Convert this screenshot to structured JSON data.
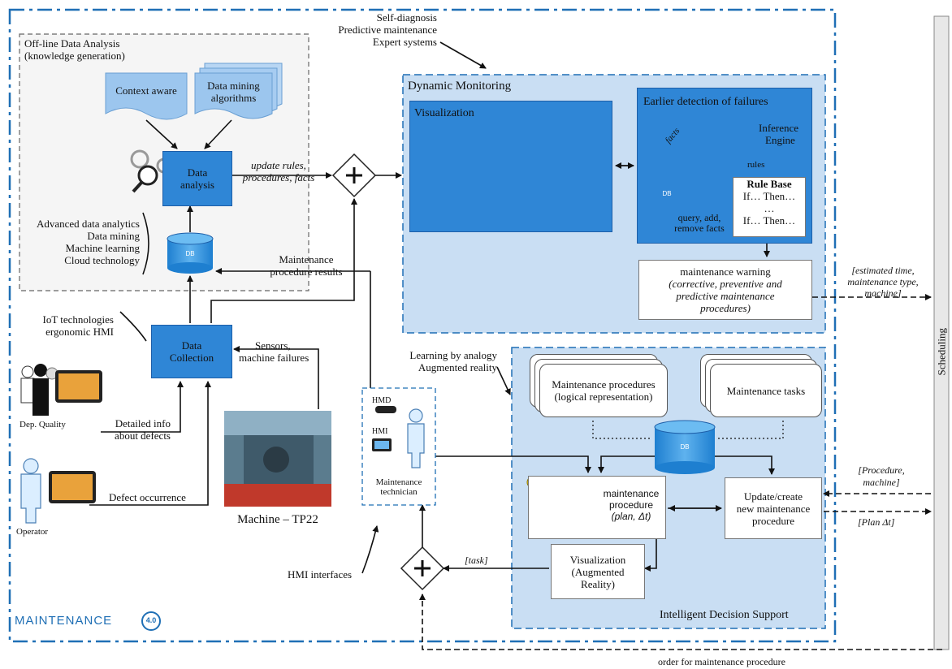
{
  "offline": {
    "title_line1": "Off-line Data Analysis",
    "title_line2": "(knowledge generation)"
  },
  "context_aware": "Context aware",
  "data_mining_algorithms": {
    "line1": "Data mining",
    "line2": "algorithms"
  },
  "data_analysis": {
    "line1": "Data",
    "line2": "analysis"
  },
  "update_rules": {
    "line1": "update rules,",
    "line2": "procedures, facts"
  },
  "analytics_list": [
    "Advanced data analytics",
    "Data mining",
    "Machine learning",
    "Cloud technology"
  ],
  "db_label": "DB",
  "maintenance_results": {
    "line1": "Maintenance",
    "line2": "procedure results"
  },
  "iot": {
    "line1": "IoT technologies",
    "line2": "ergonomic HMI"
  },
  "data_collection": {
    "line1": "Data",
    "line2": "Collection"
  },
  "sensors": {
    "line1": "Sensors,",
    "line2": "machine failures"
  },
  "dep_quality": "Dep. Quality",
  "detailed_info": {
    "line1": "Detailed info",
    "line2": "about defects"
  },
  "defect_occurrence": "Defect occurrence",
  "operator": "Operator",
  "machine": "Machine – TP22",
  "maintenance_technician": {
    "line1": "Maintenance",
    "line2": "technician"
  },
  "hmd": "HMD",
  "hmi": "HMI",
  "hmi_interfaces": "HMI interfaces",
  "self_diagnosis": [
    "Self-diagnosis",
    "Predictive maintenance",
    "Expert systems"
  ],
  "dynamic_monitoring": "Dynamic Monitoring",
  "visualization": "Visualization",
  "earlier_detection": "Earlier detection of failures",
  "facts": "facts",
  "inference_engine": {
    "line1": "Inference",
    "line2": "Engine"
  },
  "rules": "rules",
  "rule_base": {
    "title": "Rule Base",
    "line1": "If… Then…",
    "line2": "…",
    "line3": "If… Then…"
  },
  "query": {
    "line1": "query, add,",
    "line2": "remove facts"
  },
  "maintenance_warning": {
    "line1": "maintenance warning",
    "line2": "(corrective, preventive and",
    "line3": "predictive maintenance",
    "line4": "procedures)"
  },
  "estimated_time": {
    "line1": "[estimated time,",
    "line2": "maintenance type,",
    "line3": "machine]"
  },
  "scheduling": "Scheduling",
  "learning": {
    "line1": "Learning by analogy",
    "line2": "Augmented reality"
  },
  "maintenance_procedures": {
    "line1": "Maintenance procedures",
    "line2": "(logical representation)"
  },
  "maintenance_tasks": "Maintenance tasks",
  "maintenance_procedure": {
    "line1": "maintenance",
    "line2": "procedure",
    "line3": "(plan, Δt)"
  },
  "update_create": {
    "line1": "Update/create",
    "line2": "new maintenance",
    "line3": "procedure"
  },
  "procedure_machine": {
    "line1": "[Procedure,",
    "line2": "machine]"
  },
  "plan_dt": "[Plan Δt]",
  "task": "[task]",
  "visualization_ar": {
    "line1": "Visualization",
    "line2": "(Augmented",
    "line3": "Reality)"
  },
  "intelligent_decision_support": "Intelligent Decision Support",
  "order_for_maintenance": "order for maintenance procedure",
  "logo": {
    "text": "MAINTENANCE",
    "badge": "4.0"
  },
  "colors": {
    "blue_panel": "#c9def3",
    "blue_box": "#2f86d6",
    "dash_border": "#1f6fb5"
  }
}
